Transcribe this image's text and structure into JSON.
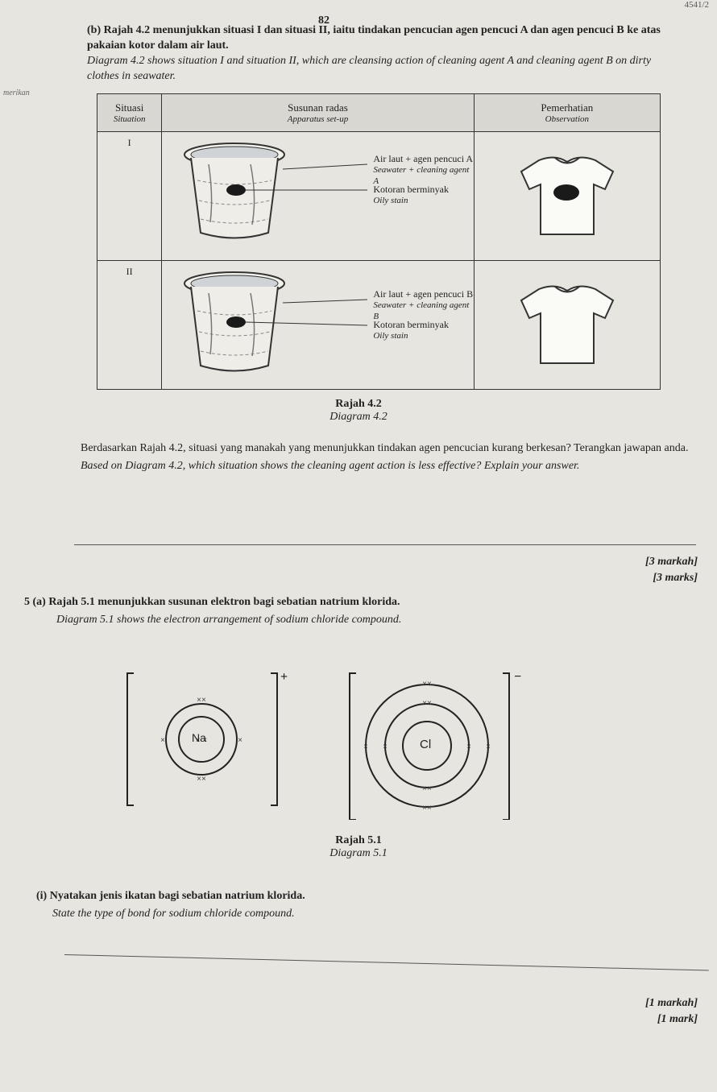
{
  "page": {
    "number": "82",
    "corner_text": "4541/2",
    "margin_text": "merikan"
  },
  "q4b": {
    "text_my": "(b) Rajah 4.2 menunjukkan situasi I dan situasi II, iaitu tindakan pencucian agen pencuci A dan agen pencuci B ke atas pakaian kotor dalam air laut.",
    "text_en": "Diagram 4.2 shows situation I and situation II, which are cleansing action of cleaning agent A and cleaning agent B on dirty clothes in seawater."
  },
  "table": {
    "headers": [
      {
        "my": "Situasi",
        "en": "Situation"
      },
      {
        "my": "Susunan radas",
        "en": "Apparatus set-up"
      },
      {
        "my": "Pemerhatian",
        "en": "Observation"
      }
    ],
    "rows": [
      {
        "situation": "I",
        "label1_my": "Air laut + agen pencuci A",
        "label1_en": "Seawater + cleaning agent A",
        "label2_my": "Kotoran berminyak",
        "label2_en": "Oily stain",
        "stain_remains": true
      },
      {
        "situation": "II",
        "label1_my": "Air laut + agen pencuci B",
        "label1_en": "Seawater + cleaning agent B",
        "label2_my": "Kotoran berminyak",
        "label2_en": "Oily stain",
        "stain_remains": false
      }
    ]
  },
  "diagram42": {
    "caption_my": "Rajah 4.2",
    "caption_en": "Diagram 4.2"
  },
  "q4b_question": {
    "my": "Berdasarkan Rajah 4.2, situasi yang manakah yang menunjukkan tindakan agen pencucian kurang berkesan? Terangkan jawapan anda.",
    "en": "Based on Diagram 4.2, which situation shows the cleaning agent action is less effective? Explain your answer.",
    "marks_my": "[3 markah]",
    "marks_en": "[3 marks]"
  },
  "q5a": {
    "text_my": "5 (a) Rajah 5.1 menunjukkan susunan elektron bagi sebatian natrium klorida.",
    "text_en": "Diagram 5.1 shows the electron arrangement of sodium chloride compound."
  },
  "diagram51": {
    "na_symbol": "Na",
    "na_charge": "+",
    "cl_symbol": "Cl",
    "cl_charge": "−",
    "caption_my": "Rajah 5.1",
    "caption_en": "Diagram 5.1"
  },
  "q5ai": {
    "my": "(i) Nyatakan jenis ikatan bagi sebatian natrium klorida.",
    "en": "State the type of bond for sodium chloride compound.",
    "marks_my": "[1 markah]",
    "marks_en": "[1 mark]"
  }
}
